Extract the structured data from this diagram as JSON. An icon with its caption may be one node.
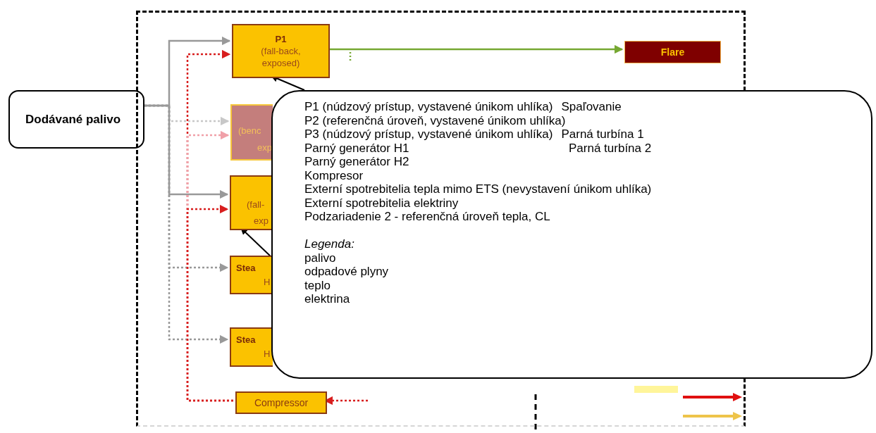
{
  "diagram": {
    "nodes": [
      {
        "text": [
          "Dodávané palivo"
        ]
      },
      {
        "text": [],
        "shape": "box"
      },
      {
        "text": [
          "P1",
          "(fall-back, exposed)"
        ],
        "in": 1
      },
      {
        "text": [
          "Flare"
        ],
        "in": 1
      },
      {
        "text": [
          "(benc",
          "exp"
        ],
        "in": 1
      },
      {
        "text": [
          "(fall-",
          "exp"
        ],
        "in": 1
      },
      {
        "text": [
          "Stea",
          "H"
        ],
        "in": 1
      },
      {
        "text": [
          "Stea",
          "H"
        ],
        "in": 1
      },
      {
        "text": [
          "Compressor"
        ],
        "in": 1
      },
      {
        "text": [
          "P1 (núdzový prístup, vystavené únikom uhlíka)",
          "Spaľovanie",
          "P2 (referenčná úroveň, vystavené únikom uhlíka)",
          "P3 (núdzový prístup, vystavené únikom uhlíka)",
          "Parná turbína 1",
          "Parný generátor H1",
          "Parná turbína 2",
          "Parný generátor H2",
          "Kompresor",
          "Externí spotrebitelia tepla mimo ETS (nevystavení únikom uhlíka)",
          "Externí spotrebitelia elektriny",
          "Podzariadenie 2 - referenčná úroveň tepla, CL",
          "Legenda:",
          "palivo",
          "odpadové plyny",
          "teplo",
          "elektrina"
        ]
      }
    ],
    "edges": [
      {
        "from": 0,
        "to": 2,
        "arrow": "to"
      },
      {
        "from": 0,
        "to": 4,
        "arrow": "to",
        "style": "dashed",
        "color": "#c8c8c8"
      },
      {
        "from": 0,
        "to": 5,
        "arrow": "to"
      },
      {
        "from": 0,
        "to": 6,
        "arrow": "to",
        "style": "dashed"
      },
      {
        "from": 0,
        "to": 7,
        "arrow": "to",
        "style": "dashed"
      },
      {
        "from": 8,
        "to": 2,
        "arrow": "to",
        "style": "dashed",
        "color": "#d81e1e"
      },
      {
        "from": 8,
        "to": 4,
        "arrow": "to",
        "style": "dashed",
        "color": "#f0a0a8"
      },
      {
        "from": 8,
        "to": 5,
        "arrow": "to",
        "style": "dashed",
        "color": "#d81e1e"
      },
      {
        "from": null,
        "to": 8,
        "arrow": "to",
        "style": "dashed",
        "color": "#d81e1e"
      },
      {
        "from": 2,
        "to": 3,
        "arrow": "to",
        "color": "#76a832"
      },
      {
        "from": 9,
        "to": 2,
        "arrow": "to",
        "color": "#000000"
      },
      {
        "from": 9,
        "to": 5,
        "arrow": "to",
        "color": "#000000"
      }
    ]
  }
}
